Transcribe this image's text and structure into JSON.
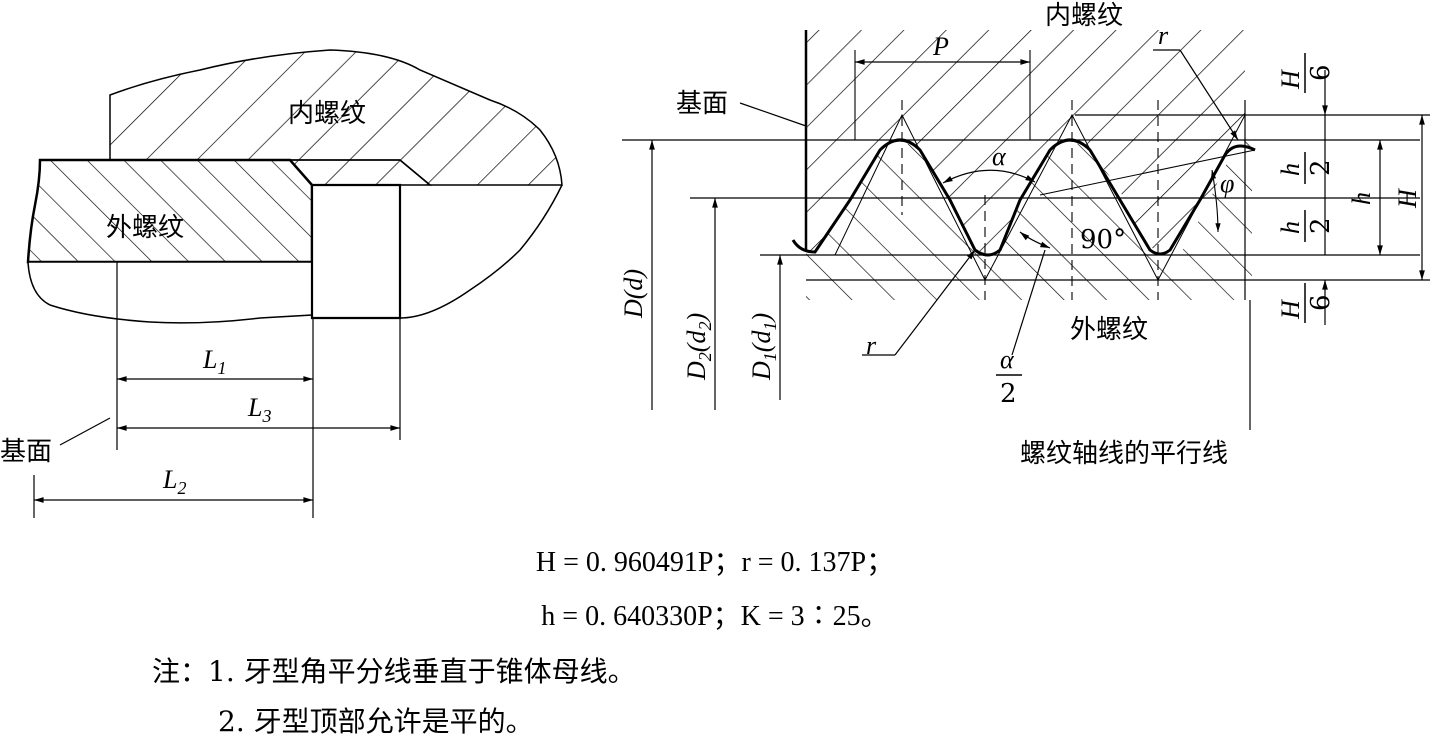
{
  "left_figure": {
    "internal_thread": "内螺纹",
    "external_thread": "外螺纹",
    "base_plane": "基面",
    "dims": {
      "L1": {
        "main": "L",
        "sub": "1"
      },
      "L2": {
        "main": "L",
        "sub": "2"
      },
      "L3": {
        "main": "L",
        "sub": "3"
      }
    }
  },
  "right_figure": {
    "internal_thread": "内螺纹",
    "external_thread": "外螺纹",
    "base_plane": "基面",
    "axis_parallel": "螺纹轴线的平行线",
    "pitch": "P",
    "radius": "r",
    "alpha": "α",
    "half_alpha_num": "α",
    "half_alpha_den": "2",
    "right_angle": "90°",
    "phi": "φ",
    "H_over6_num": "H",
    "H_over6_den": "6",
    "h_over2_num": "h",
    "h_over2_den": "2",
    "h": "h",
    "H": "H",
    "D": "D(d)",
    "D2": {
      "a": "D",
      "a_sub": "2",
      "b": "(d",
      "b_sub": "2",
      "c": ")"
    },
    "D1": {
      "a": "D",
      "a_sub": "1",
      "b": "(d",
      "b_sub": "1",
      "c": ")"
    }
  },
  "formulas": {
    "line1": "H = 0. 960491P；r = 0. 137P；",
    "line2": "h = 0. 640330P；K = 3∶25。"
  },
  "notes": {
    "line1": "注：1. 牙型角平分线垂直于锥体母线。",
    "line2": "2. 牙型顶部允许是平的。"
  }
}
